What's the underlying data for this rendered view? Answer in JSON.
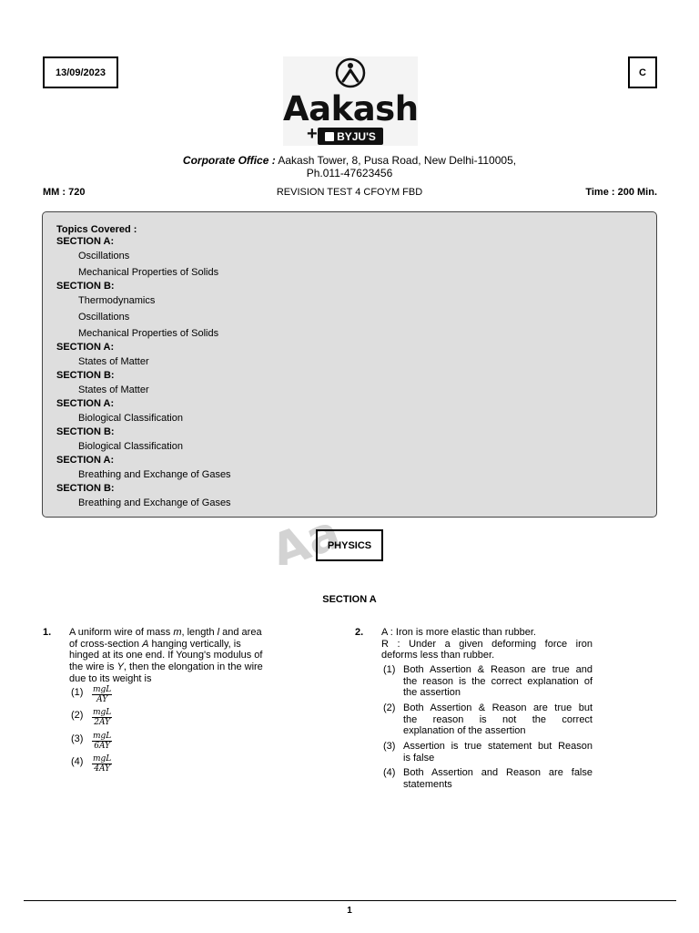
{
  "header": {
    "date": "13/09/2023",
    "code": "C",
    "logo_text": "Aakash",
    "logo_sub": "BYJU'S",
    "office_label": "Corporate Office :",
    "office_address": " Aakash Tower, 8, Pusa Road, New Delhi-110005,",
    "office_phone": "Ph.011-47623456",
    "mm": "MM : 720",
    "test_title": "REVISION TEST 4 CFOYM FBD",
    "time": "Time : 200 Min."
  },
  "topics": {
    "heading": "Topics Covered :",
    "lines": [
      {
        "text": "SECTION A:",
        "kind": "h"
      },
      {
        "text": "Oscillations",
        "kind": "i"
      },
      {
        "text": "Mechanical Properties of Solids",
        "kind": "i"
      },
      {
        "text": "SECTION B:",
        "kind": "h"
      },
      {
        "text": "Thermodynamics",
        "kind": "i"
      },
      {
        "text": "Oscillations",
        "kind": "i"
      },
      {
        "text": "Mechanical Properties of Solids",
        "kind": "i"
      },
      {
        "text": "SECTION A:",
        "kind": "h"
      },
      {
        "text": "States of Matter",
        "kind": "i"
      },
      {
        "text": "SECTION B:",
        "kind": "h"
      },
      {
        "text": "States of Matter",
        "kind": "i"
      },
      {
        "text": "SECTION A:",
        "kind": "h"
      },
      {
        "text": "Biological Classification",
        "kind": "i"
      },
      {
        "text": "SECTION B:",
        "kind": "h"
      },
      {
        "text": "Biological Classification",
        "kind": "i"
      },
      {
        "text": "SECTION A:",
        "kind": "h"
      },
      {
        "text": "Breathing and Exchange of Gases",
        "kind": "i"
      },
      {
        "text": "SECTION B:",
        "kind": "h"
      },
      {
        "text": "Breathing and Exchange of Gases",
        "kind": "i"
      }
    ]
  },
  "subject": "PHYSICS",
  "section": "SECTION A",
  "questions": [
    {
      "number": "1.",
      "lines": [
        "A uniform wire of mass m, length l and area",
        "of cross-section A hanging vertically, is",
        "hinged at its one end. If Young's modulus of",
        "the wire is Y, then the elongation in the wire",
        "due to its weight is"
      ],
      "options": [
        {
          "label": "(1)",
          "num": "mgL",
          "den": "AY"
        },
        {
          "label": "(2)",
          "num": "mgL",
          "den": "2AY"
        },
        {
          "label": "(3)",
          "num": "mgL",
          "den": "6AY"
        },
        {
          "label": "(4)",
          "num": "mgL",
          "den": "4AY"
        }
      ]
    },
    {
      "number": "2.",
      "lines": [
        "A : Iron is more elastic than rubber.",
        "R : Under a given deforming force iron",
        "deforms less than rubber."
      ],
      "options": [
        {
          "label": "(1)",
          "lines": [
            "Both Assertion & Reason are true and",
            "the reason is the correct explanation of",
            "the assertion"
          ]
        },
        {
          "label": "(2)",
          "lines": [
            "Both Assertion & Reason are true but",
            "the reason is not the correct",
            "explanation of the assertion"
          ]
        },
        {
          "label": "(3)",
          "lines": [
            "Assertion is true statement but Reason",
            "is false"
          ]
        },
        {
          "label": "(4)",
          "lines": [
            "Both Assertion and Reason are false",
            "statements"
          ]
        }
      ]
    }
  ],
  "footer": {
    "page": "1"
  }
}
